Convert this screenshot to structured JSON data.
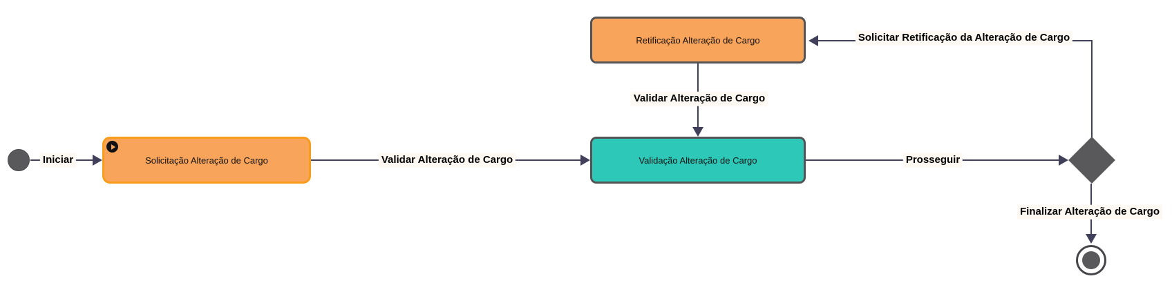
{
  "diagram": {
    "type": "workflow",
    "nodes": {
      "start": {
        "kind": "start-event"
      },
      "solicitacao": {
        "label": "Solicitação Alteração de Cargo",
        "kind": "task"
      },
      "retificacao": {
        "label": "Retificação Alteração de Cargo",
        "kind": "task"
      },
      "validacao": {
        "label": "Validação Alteração de Cargo",
        "kind": "task"
      },
      "gateway": {
        "kind": "decision-gateway"
      },
      "end": {
        "kind": "end-event"
      }
    },
    "edges": {
      "iniciar": {
        "label": "Iniciar",
        "from": "start",
        "to": "solicitacao"
      },
      "validar_1": {
        "label": "Validar Alteração de Cargo",
        "from": "solicitacao",
        "to": "validacao"
      },
      "validar_2": {
        "label": "Validar Alteração de Cargo",
        "from": "retificacao",
        "to": "validacao"
      },
      "prosseguir": {
        "label": "Prosseguir",
        "from": "validacao",
        "to": "gateway"
      },
      "solicitar_retificacao": {
        "label": "Solicitar Retificação da Alteração de Cargo",
        "from": "gateway",
        "to": "retificacao"
      },
      "finalizar": {
        "label": "Finalizar Alteração de Cargo",
        "from": "gateway",
        "to": "end"
      }
    }
  },
  "colors": {
    "canvas-bg": "#ffffff",
    "orange-fill": "#F9A45B",
    "orange-border": "#F89C1C",
    "teal-fill": "#2EC8B8",
    "node-gray": "#59595B",
    "node-border": "#545457",
    "line-color": "#40405A",
    "label-bg": "#FDF8F2"
  }
}
